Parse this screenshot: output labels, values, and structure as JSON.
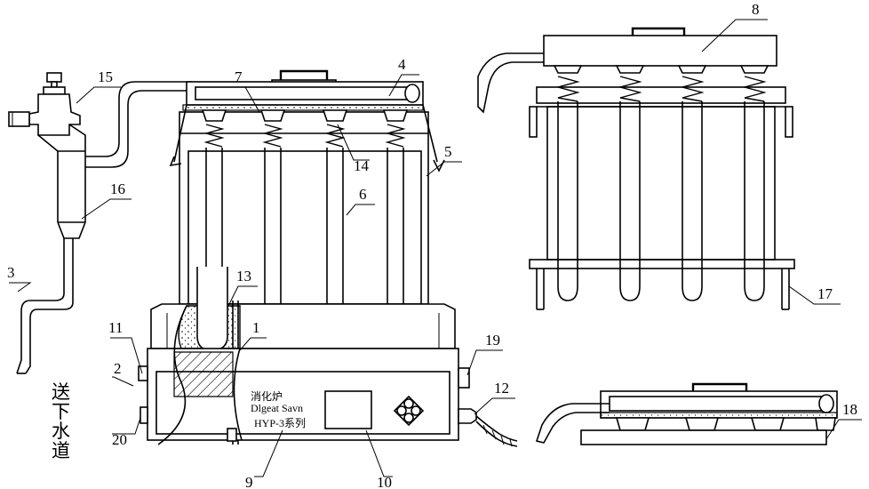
{
  "callouts": {
    "c1": "1",
    "c2": "2",
    "c3": "3",
    "c4": "4",
    "c5": "5",
    "c6": "6",
    "c7": "7",
    "c8": "8",
    "c9": "9",
    "c10": "10",
    "c11": "11",
    "c12": "12",
    "c13": "13",
    "c14": "14",
    "c15": "15",
    "c16": "16",
    "c17": "17",
    "c18": "18",
    "c19": "19",
    "c20": "20"
  },
  "drain_label": [
    "送",
    "下",
    "水",
    "道"
  ],
  "panel_text": {
    "line1": "消化炉",
    "line2": "Dlgeat Savn",
    "line3": "HYP-3系列"
  }
}
